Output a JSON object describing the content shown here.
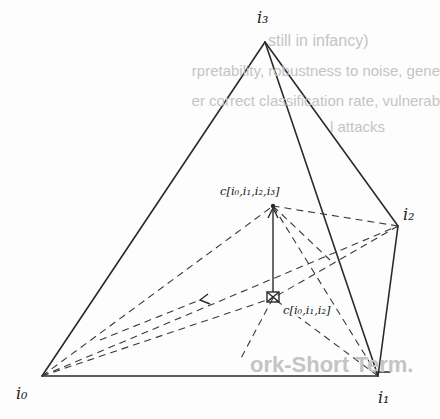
{
  "diagram": {
    "labels": [
      "still in infancy)",
      "rpretability, robustness to noise, gene",
      "er correct classification rate, vulnerab",
      "l attacks",
      "ork-Short Term.",
      "i₃",
      "i₂",
      "i₁",
      "i₀",
      "c[i₀,i₁,i₂,i₃]",
      "c[i₀,i₁,i₂]"
    ]
  }
}
